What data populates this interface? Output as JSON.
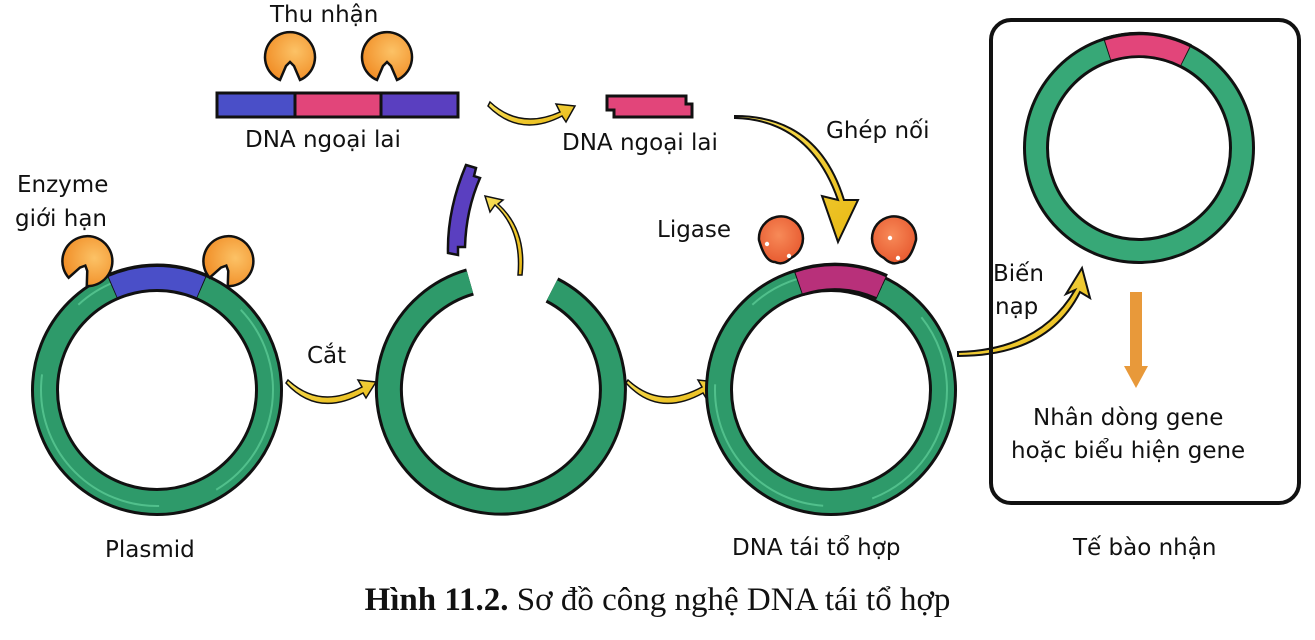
{
  "figure": {
    "caption_number": "Hình 11.2.",
    "caption_text": " Sơ đồ công nghệ DNA tái tổ hợp"
  },
  "labels": {
    "thu_nhan": "Thu nhận",
    "dna_ngoai_lai_1": "DNA ngoại lai",
    "dna_ngoai_lai_2": "DNA ngoại lai",
    "ghep_noi": "Ghép nối",
    "enzyme_line1": "Enzyme",
    "enzyme_line2": "giới hạn",
    "cat": "Cắt",
    "ligase": "Ligase",
    "bien_nap_line1": "Biến",
    "bien_nap_line2": "nạp",
    "plasmid": "Plasmid",
    "dna_tai_to_hop": "DNA tái tổ hợp",
    "te_bao_nhan": "Tế bào nhận",
    "nhan_dong_line1": "Nhân dòng gene",
    "nhan_dong_line2": "hoặc biểu hiện gene"
  },
  "colors": {
    "plasmid_green": "#2e9a6a",
    "plasmid_highlight": "#6fe0a8",
    "vector_blue": "#4a4fc8",
    "insert_pink": "#e2457a",
    "insert_magenta": "#b8307a",
    "enzyme_orange": "#f59a35",
    "ligase_orange": "#f26a3c",
    "arrow_yellow": "#f2c81e",
    "arrow_orange": "#e8993a",
    "outline": "#111111"
  }
}
